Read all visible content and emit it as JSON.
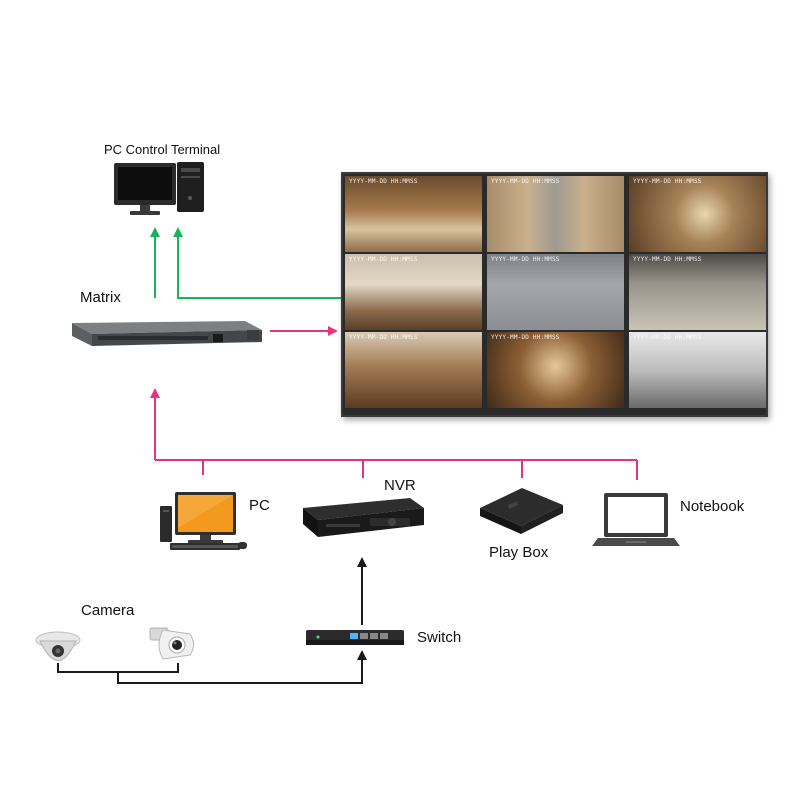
{
  "labels": {
    "pc_control_terminal": "PC Control Terminal",
    "matrix": "Matrix",
    "pc": "PC",
    "nvr": "NVR",
    "play_box": "Play Box",
    "notebook": "Notebook",
    "camera": "Camera",
    "switch": "Switch"
  },
  "video_wall": {
    "tile_timestamps": [
      "YYYY-MM-DD HH:MMSS",
      "YYYY-MM-DD HH:MMSS",
      "YYYY-MM-DD HH:MMSS",
      "YYYY-MM-DD HH:MMSS",
      "YYYY-MM-DD HH:MMSS",
      "YYYY-MM-DD HH:MMSS",
      "YYYY-MM-DD HH:MMSS",
      "YYYY-MM-DD HH:MMSS",
      "YYYY-MM-DD HH:MMSS"
    ],
    "tile_scenes": [
      "hotel-lobby",
      "elevator-hall",
      "corridor",
      "reception",
      "parking-garage",
      "turnstile-gate",
      "dining-room",
      "hallway",
      "gym"
    ]
  },
  "colors": {
    "control_link": "#19b35a",
    "signal_link": "#e8337a",
    "network_link": "#1a1a1a",
    "wall_bezel": "#2a2a2a"
  }
}
